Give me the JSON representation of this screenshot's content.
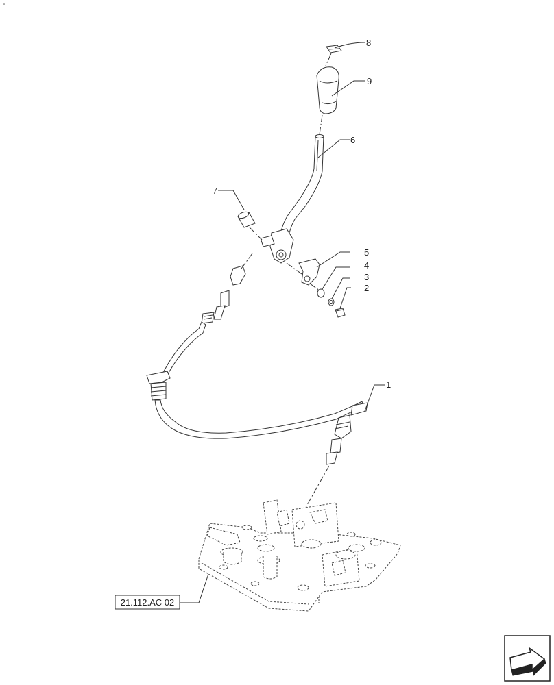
{
  "callouts": {
    "c1": "1",
    "c2": "2",
    "c3": "3",
    "c4": "4",
    "c5": "5",
    "c6": "6",
    "c7": "7",
    "c8": "8",
    "c9": "9"
  },
  "reference": {
    "label": "21.112.AC 02"
  },
  "nav": {
    "icon": "next-page-arrow-icon"
  }
}
